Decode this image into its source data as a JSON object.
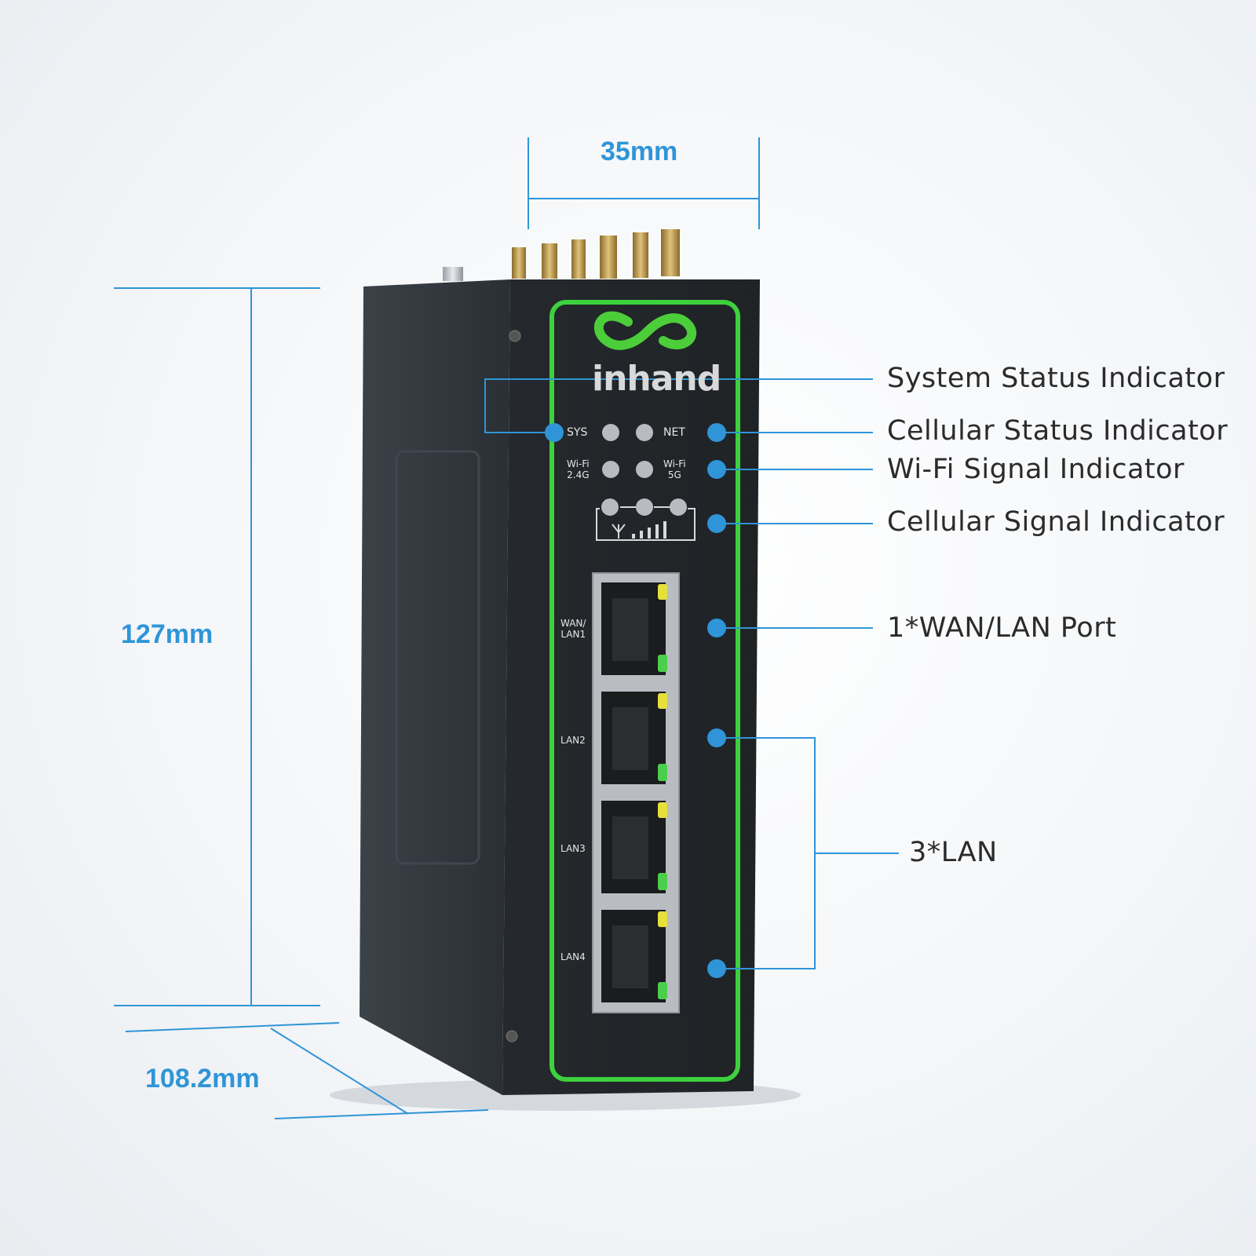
{
  "brand": "inhand",
  "dimensions": {
    "width": "35mm",
    "height": "127mm",
    "depth": "108.2mm"
  },
  "callouts": {
    "system_status": "System Status Indicator",
    "cellular_status": "Cellular Status Indicator",
    "wifi_signal": "Wi-Fi Signal Indicator",
    "cellular_signal": "Cellular Signal Indicator",
    "wan_lan_port": "1*WAN/LAN Port",
    "lan_ports": "3*LAN"
  },
  "panel_labels": {
    "sys": "SYS",
    "net": "NET",
    "wifi_24": "Wi-Fi\n2.4G",
    "wifi_5": "Wi-Fi\n5G",
    "port1": "WAN/\nLAN1",
    "port2": "LAN2",
    "port3": "LAN3",
    "port4": "LAN4"
  },
  "colors": {
    "dimension_blue": "#2f95d8",
    "frame_green": "#3dd13d",
    "device_body": "#2c3136"
  }
}
